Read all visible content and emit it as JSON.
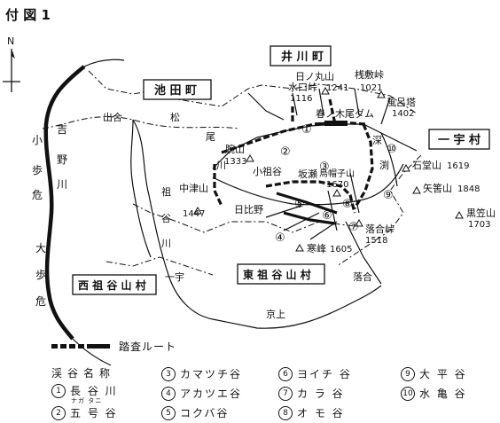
{
  "figure_title": "付 図 1",
  "north_label": "N",
  "boxes": {
    "ikawa": "井 川 町",
    "ikeda": "池 田 町",
    "ichiu": "一 宇 村",
    "nishiiya": "西 祖 谷 山 村",
    "higashiiya": "東 祖 谷 山 村"
  },
  "peaks": {
    "hinomaruyama": {
      "name": "日ノ丸山",
      "elev": "1241"
    },
    "minokuchi": {
      "name": "水口峠",
      "elev": "1116"
    },
    "sajikitoge": {
      "name": "桟敷峠",
      "elev": "1021"
    },
    "furotou": {
      "name": "風呂塔",
      "elev": "1402"
    },
    "wakiyama": {
      "name": "腕山",
      "elev": "1333"
    },
    "nakatsuyama": {
      "name": "中津山",
      "elev": "1447"
    },
    "eboshiyama": {
      "name": "烏帽子山",
      "elev": "1670"
    },
    "ishidouyama": {
      "name": "石堂山",
      "elev": "1619"
    },
    "yahazuyama": {
      "name": "矢筈山",
      "elev": "1848"
    },
    "kurokasayama": {
      "name": "黒笠山",
      "elev": "1703"
    },
    "ochiaitoge": {
      "name": "落合峠",
      "elev": "1518"
    },
    "kanpu": {
      "name": "寒峰",
      "elev": "1605"
    }
  },
  "places": {
    "dam": "春ノ木尾ダム",
    "odai": "出合",
    "matsuo": "松",
    "matsuo2": "尾",
    "matsuo3": "川",
    "kosodani": "小祖谷",
    "sakaze": "坂瀬",
    "hibino": "日比野",
    "ichiu_place": "一宇",
    "ochiai": "落合",
    "kyojo": "京上",
    "iya_river": [
      "祖",
      "谷",
      "川"
    ],
    "kake_upper": [
      "深",
      "渕"
    ],
    "yoshino_river": [
      "吉",
      "野",
      "川"
    ],
    "koboke": [
      "小",
      "歩",
      "危"
    ],
    "oboke": [
      "大",
      "歩",
      "危"
    ]
  },
  "valley_numbers": [
    "①",
    "②",
    "③",
    "④",
    "⑤",
    "⑥",
    "⑦",
    "⑧",
    "⑨",
    "⑩"
  ],
  "legend": {
    "route_label": "踏査ルート",
    "title": "渓谷名称",
    "items": [
      {
        "num": "1",
        "label": "長 谷 川",
        "ruby": "ナガ タニ"
      },
      {
        "num": "2",
        "label": "五 号 谷"
      },
      {
        "num": "3",
        "label": "カマツチ谷"
      },
      {
        "num": "4",
        "label": "アカツエ谷"
      },
      {
        "num": "5",
        "label": "コクバ谷"
      },
      {
        "num": "6",
        "label": "ヨイチ 谷"
      },
      {
        "num": "7",
        "label": "カ ラ 谷"
      },
      {
        "num": "8",
        "label": "オ モ 谷"
      },
      {
        "num": "9",
        "label": "大 平 谷"
      },
      {
        "num": "10",
        "label": "水 亀 谷"
      }
    ]
  },
  "colors": {
    "ink": "#111111",
    "paper": "#ffffff"
  }
}
